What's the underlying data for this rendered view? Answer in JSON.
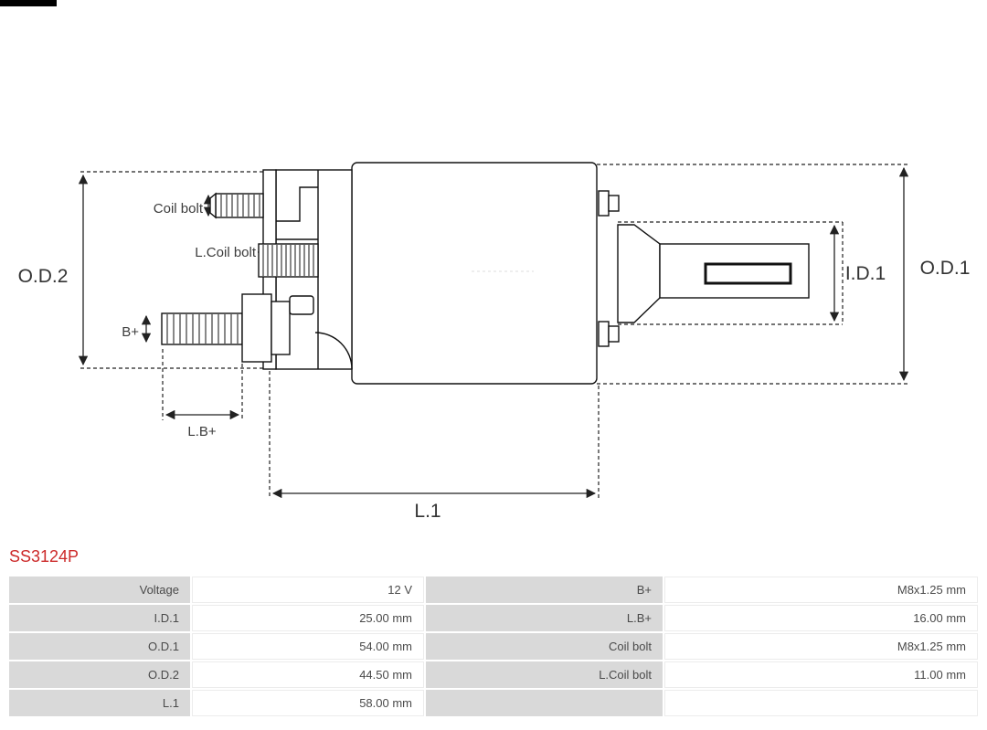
{
  "part": {
    "number": "SS3124P",
    "number_color": "#cc2929"
  },
  "diagram": {
    "labels": {
      "od2": "O.D.2",
      "od1": "O.D.1",
      "id1": "I.D.1",
      "l1": "L.1",
      "coil_bolt": "Coil bolt",
      "l_coil_bolt": "L.Coil bolt",
      "b_plus": "B+",
      "l_b_plus": "L.B+"
    }
  },
  "spec_table": {
    "label_bg": "#d9d9d9",
    "value_bg": "#ffffff",
    "rows": [
      {
        "label1": "Voltage",
        "value1": "12 V",
        "label2": "B+",
        "value2": "M8x1.25 mm"
      },
      {
        "label1": "I.D.1",
        "value1": "25.00 mm",
        "label2": "L.B+",
        "value2": "16.00 mm"
      },
      {
        "label1": "O.D.1",
        "value1": "54.00 mm",
        "label2": "Coil bolt",
        "value2": "M8x1.25 mm"
      },
      {
        "label1": "O.D.2",
        "value1": "44.50 mm",
        "label2": "L.Coil bolt",
        "value2": "11.00 mm"
      },
      {
        "label1": "L.1",
        "value1": "58.00 mm",
        "label2": "",
        "value2": ""
      }
    ]
  }
}
